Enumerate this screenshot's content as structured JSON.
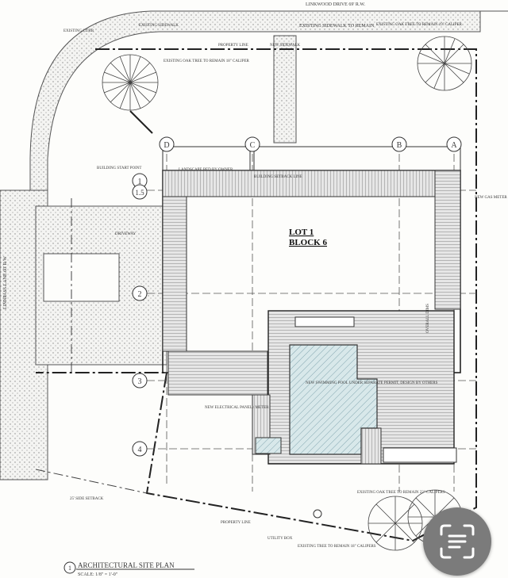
{
  "plan": {
    "street_north": "LINKWOOD DRIVE 69' R.W.",
    "street_west": "LINNPASS LANE 60' R/W",
    "existing_sidewalk": "EXISTING SIDEWALK",
    "existing_sidewalk_remain": "EXISTING SIDEWALK TO REMAIN",
    "existing_curb": "EXISTING CURB",
    "property_line_n": "PROPERTY LINE",
    "new_sidewalk": "NEW SIDEWALK",
    "oak_tree_nw": "EXISTING OAK TREE TO REMAIN 18\" CALIPER",
    "oak_tree_ne": "EXISTING OAK TREE TO REMAIN 19\" CALIPER",
    "oak_tree_se": "EXISTING OAK TREE TO REMAIN 22\" CALIPERS",
    "oak_tree_s": "EXISTING TREE TO REMAIN 18\" CALIPERS",
    "lot": "LOT 1",
    "block": "BLOCK 6",
    "building_setback": "BUILDING SETBACK LINE",
    "landscape_bed": "LANDSCAPE BED BY OWNER",
    "building_start_point": "BUILDING START POINT",
    "new_gas_meter": "NEW GAS METER",
    "pool_note": "NEW SWIMMING POOL UNDER SEPARATE PERMIT, DESIGN BY OTHERS",
    "electrical_note": "NEW ELECTRICAL PANEL / METER",
    "utility_box": "UTILITY BOX",
    "driveway": "DRIVEWAY",
    "side_setback": "25' SIDE SETBACK",
    "property_line_s": "PROPERTY LINE",
    "overall_dims": "OVERALL DIMS",
    "grid_letters": [
      "D",
      "C",
      "B",
      "A"
    ],
    "grid_numbers": [
      "1",
      "1.5",
      "2",
      "3",
      "4"
    ],
    "title_number": "1",
    "title": "ARCHITECTURAL SITE PLAN",
    "scale": "SCALE: 1/8\" = 1'-0\""
  },
  "icons": {
    "scan": "text-scan-icon"
  },
  "colors": {
    "line": "#2b2b2b",
    "pool": "#c9dde2",
    "sidewalk": "#cfcfcf",
    "scan_button": "#7b7b7b"
  }
}
